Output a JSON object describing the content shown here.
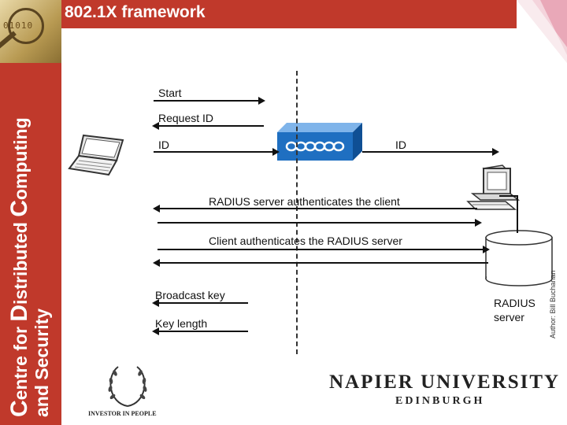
{
  "slide": {
    "title": "802.1X framework"
  },
  "sidebar": {
    "line1_initial": "C",
    "line1_rest": "entre for ",
    "line1_initial2": "D",
    "line1_rest2": "istributed ",
    "line1_initial3": "C",
    "line1_rest3": "omputing",
    "line2": "and Security",
    "digits": "01010"
  },
  "flow": {
    "start": "Start",
    "request_id": "Request ID",
    "id_left": "ID",
    "id_right": "ID",
    "radius_auth_client": "RADIUS server authenticates the client",
    "client_auth_radius": "Client authenticates the RADIUS server",
    "broadcast_key": "Broadcast key",
    "key_length": "Key length"
  },
  "radius_server": {
    "line1": "RADIUS",
    "line2": "server"
  },
  "footer": {
    "author": "Author: Bill Buchanan",
    "investor": "INVESTOR IN PEOPLE",
    "university": "NAPIER UNIVERSITY",
    "city": "EDINBURGH"
  },
  "colors": {
    "brand_red": "#c0392b",
    "switch_blue": "#1f6fc1"
  }
}
